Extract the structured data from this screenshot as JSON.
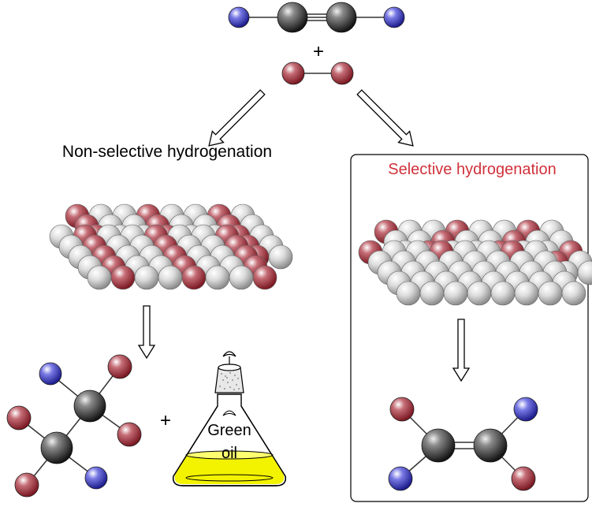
{
  "labels": {
    "plus_top": "+",
    "plus_bottom": "+",
    "non_selective": "Non-selective hydrogenation",
    "selective": "Selective hydrogenation",
    "flask_line1": "Green",
    "flask_line2": "oil"
  },
  "colors": {
    "selective_text": "#d0313b",
    "blue_atom": "#2a2aa8",
    "red_atom": "#9e2a35",
    "carbon_atom": "#3a3a3a",
    "surface_atom": "#d4d4d4",
    "oil_fill": "#f3f300"
  }
}
